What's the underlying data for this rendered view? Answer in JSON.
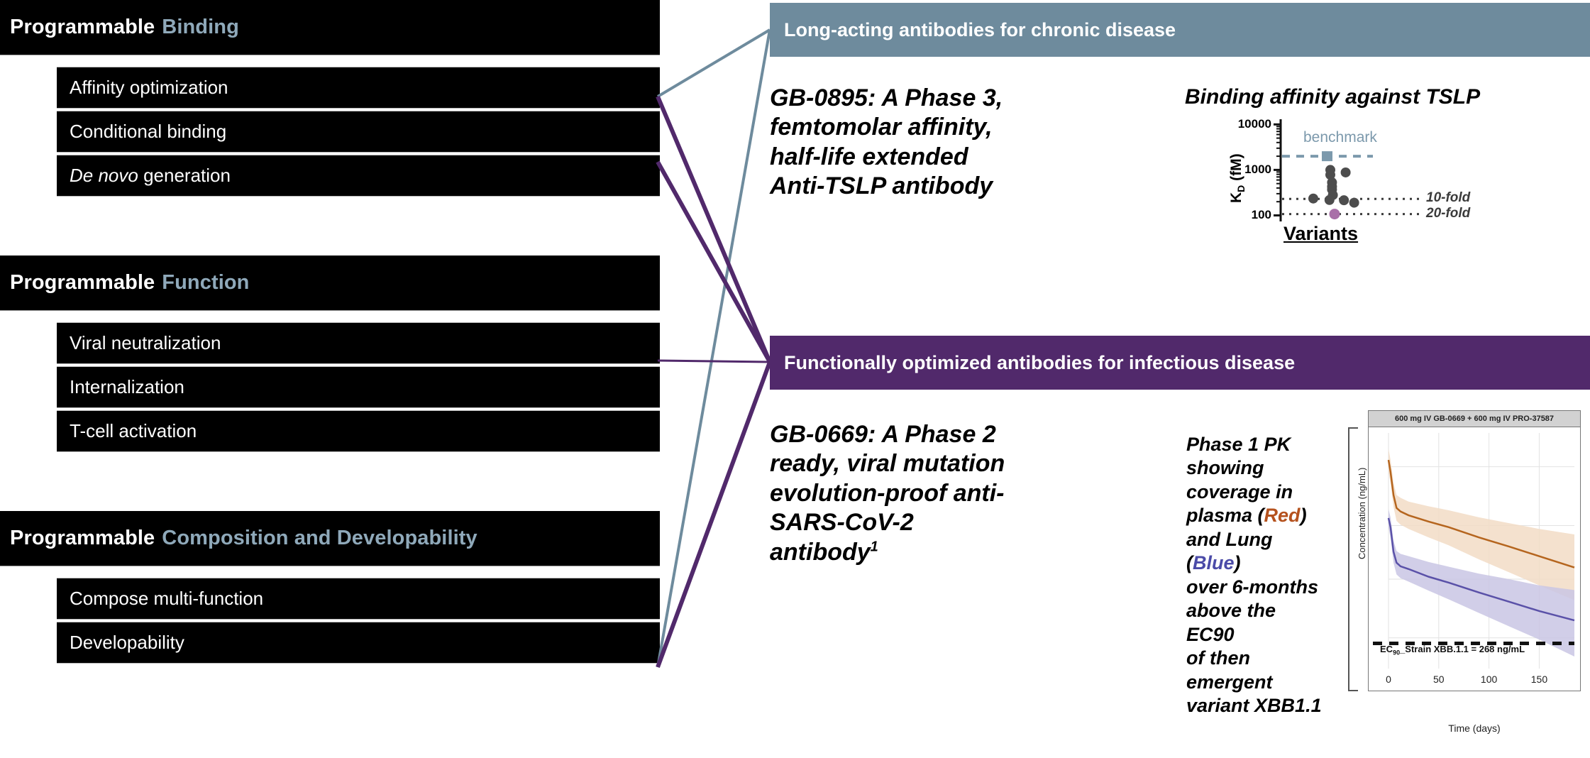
{
  "left_column": {
    "categories": [
      {
        "prefix": "Programmable",
        "accent": "Binding",
        "items": [
          {
            "text": "Affinity optimization",
            "italic_lead": ""
          },
          {
            "text": "Conditional binding",
            "italic_lead": ""
          },
          {
            "text": "generation",
            "italic_lead": "De novo"
          }
        ]
      },
      {
        "prefix": "Programmable",
        "accent": "Function",
        "items": [
          {
            "text": "Viral neutralization",
            "italic_lead": ""
          },
          {
            "text": "Internalization",
            "italic_lead": ""
          },
          {
            "text": "T-cell activation",
            "italic_lead": ""
          }
        ]
      },
      {
        "prefix": "Programmable",
        "accent": "Composition and Developability",
        "items": [
          {
            "text": "Compose multi-function",
            "italic_lead": ""
          },
          {
            "text": "Developability",
            "italic_lead": ""
          }
        ]
      }
    ]
  },
  "panels": [
    {
      "header": "Long-acting antibodies for chronic disease",
      "header_color": "#6E8B9D",
      "title_lines": [
        "GB-0895: A Phase 3,",
        "femtomolar affinity,",
        "half-life extended",
        "Anti-TSLP antibody"
      ],
      "title_sup": ""
    },
    {
      "header": "Functionally optimized antibodies for infectious disease",
      "header_color": "#51296B",
      "title_lines": [
        "GB-0669: A Phase 2",
        "ready, viral mutation",
        "evolution-proof anti-",
        "SARS-CoV-2",
        "antibody"
      ],
      "title_sup": "1"
    }
  ],
  "pk_caption": {
    "line1": "Phase 1 PK",
    "line2": "showing",
    "line3": "coverage in",
    "line4_pre": "plasma (",
    "line4_red": "Red",
    "line4_post": ")",
    "line5_pre": "and Lung (",
    "line5_blue": "Blue",
    "line5_post": ")",
    "line6": "over 6-months",
    "line7": "above the EC90",
    "line8": "of then",
    "line9": "emergent",
    "line10": "variant XBB1.1",
    "red_color": "#B5521E",
    "blue_color": "#4B4BA8"
  },
  "chart_data": [
    {
      "type": "scatter",
      "id": "kd-affinity",
      "title": "Binding affinity against TSLP",
      "xlabel": "Variants",
      "ylabel": "K_D (fM)",
      "yscale": "log",
      "ylim": [
        85,
        13000
      ],
      "yticks": [
        100,
        1000,
        10000
      ],
      "ytick_labels": [
        "100",
        "1000",
        "10000"
      ],
      "grid": false,
      "legend": "none",
      "annotations": [
        {
          "label": "benchmark",
          "value": 2000,
          "style": "dashed",
          "color": "#7C99AC"
        },
        {
          "label": "10-fold",
          "value": 230,
          "style": "dotted",
          "color": "#3b3b3b"
        },
        {
          "label": "20-fold",
          "value": 107,
          "style": "dotted",
          "color": "#3b3b3b"
        }
      ],
      "series": [
        {
          "name": "Variants",
          "color": "#4d4d4d",
          "points": [
            {
              "x": 0.5,
              "y": 1000
            },
            {
              "x": 0.5,
              "y": 780
            },
            {
              "x": 0.68,
              "y": 880
            },
            {
              "x": 0.52,
              "y": 530
            },
            {
              "x": 0.52,
              "y": 430
            },
            {
              "x": 0.52,
              "y": 370
            },
            {
              "x": 0.53,
              "y": 280
            },
            {
              "x": 0.3,
              "y": 235
            },
            {
              "x": 0.49,
              "y": 218
            },
            {
              "x": 0.66,
              "y": 215
            },
            {
              "x": 0.78,
              "y": 190
            }
          ]
        },
        {
          "name": "Best variant",
          "color": "#A96FA8",
          "points": [
            {
              "x": 0.55,
              "y": 107
            }
          ]
        },
        {
          "name": "Benchmark marker",
          "color": "#7C99AC",
          "marker": "square",
          "points": [
            {
              "x": 0.55,
              "y": 2000
            }
          ]
        }
      ]
    },
    {
      "type": "line",
      "id": "pk-profile",
      "title": "600 mg IV GB-0669 + 600 mg IV PRO-37587",
      "xlabel": "Time (days)",
      "ylabel": "Concentration (ng/mL)",
      "yscale": "log",
      "xlim": [
        0,
        185
      ],
      "xticks": [
        0,
        50,
        100,
        150
      ],
      "xtick_labels": [
        "0",
        "50",
        "100",
        "150"
      ],
      "grid": true,
      "threshold": {
        "label": "EC90_Strain XBB.1.1 = 268 ng/mL",
        "sub": "90",
        "value": 268,
        "style": "dashed",
        "color": "#111111"
      },
      "series": [
        {
          "name": "Plasma",
          "color": "#B5651E",
          "band_color": "#F2DCC6",
          "x": [
            0,
            2,
            5,
            8,
            12,
            20,
            40,
            60,
            90,
            120,
            150,
            185
          ],
          "y": [
            11500,
            9000,
            5600,
            4300,
            4000,
            3700,
            3250,
            2900,
            2350,
            1950,
            1600,
            1270
          ],
          "y_low": [
            9000,
            7200,
            4400,
            3300,
            3050,
            2800,
            2350,
            2000,
            1500,
            1150,
            880,
            650
          ],
          "y_high": [
            14500,
            11500,
            7200,
            5600,
            5300,
            4900,
            4450,
            4100,
            3550,
            3150,
            2800,
            2500
          ]
        },
        {
          "name": "Lung",
          "color": "#5A51A8",
          "band_color": "#C9C5E4",
          "x": [
            0,
            2,
            5,
            8,
            12,
            20,
            40,
            60,
            90,
            120,
            150,
            185
          ],
          "y": [
            3500,
            2900,
            1750,
            1400,
            1300,
            1230,
            1050,
            930,
            760,
            630,
            520,
            430
          ],
          "y_low": [
            2900,
            2350,
            1400,
            1100,
            1020,
            950,
            790,
            660,
            500,
            380,
            290,
            205
          ],
          "y_high": [
            4200,
            3550,
            2200,
            1780,
            1680,
            1600,
            1420,
            1290,
            1120,
            1000,
            880,
            800
          ]
        }
      ]
    }
  ]
}
